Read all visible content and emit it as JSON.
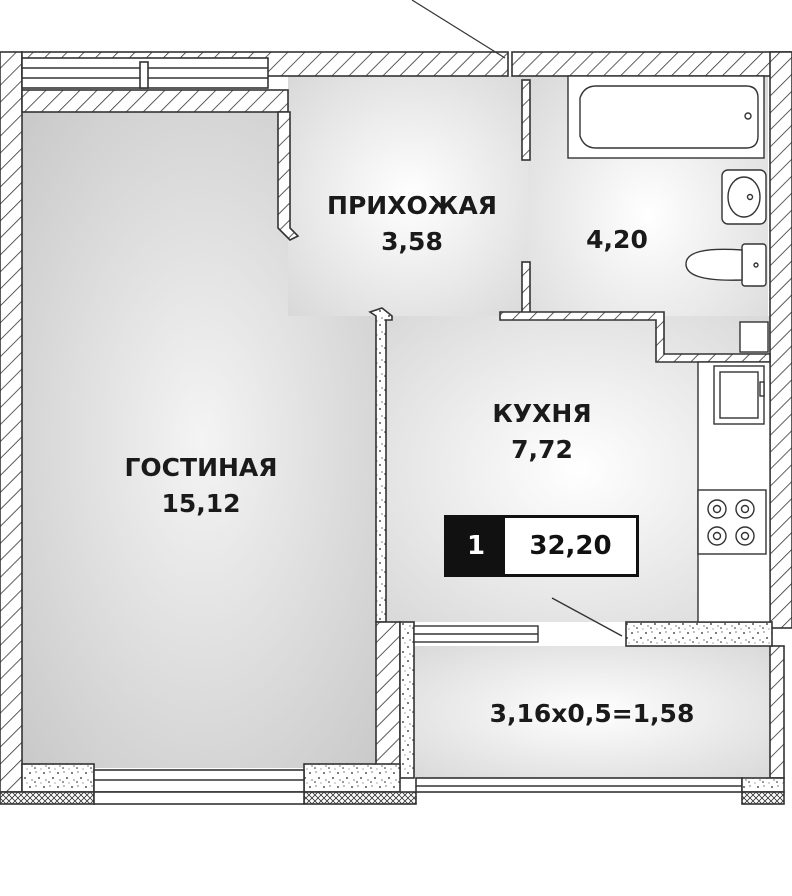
{
  "rooms": {
    "living": {
      "name": "ГОСТИНАЯ",
      "area": "15,12"
    },
    "hall": {
      "name": "ПРИХОЖАЯ",
      "area": "3,58"
    },
    "bathroom": {
      "area": "4,20"
    },
    "kitchen": {
      "name": "КУХНЯ",
      "area": "7,72"
    },
    "balcony": {
      "area": "3,16x0,5=1,58"
    }
  },
  "summary": {
    "room_count": "1",
    "total_area": "32,20"
  },
  "colors": {
    "wall": "#ffffff",
    "hatch": "#333333",
    "floor_light": "#ececec",
    "floor_dark": "#c8c8c8",
    "text": "#1a1a1a"
  }
}
